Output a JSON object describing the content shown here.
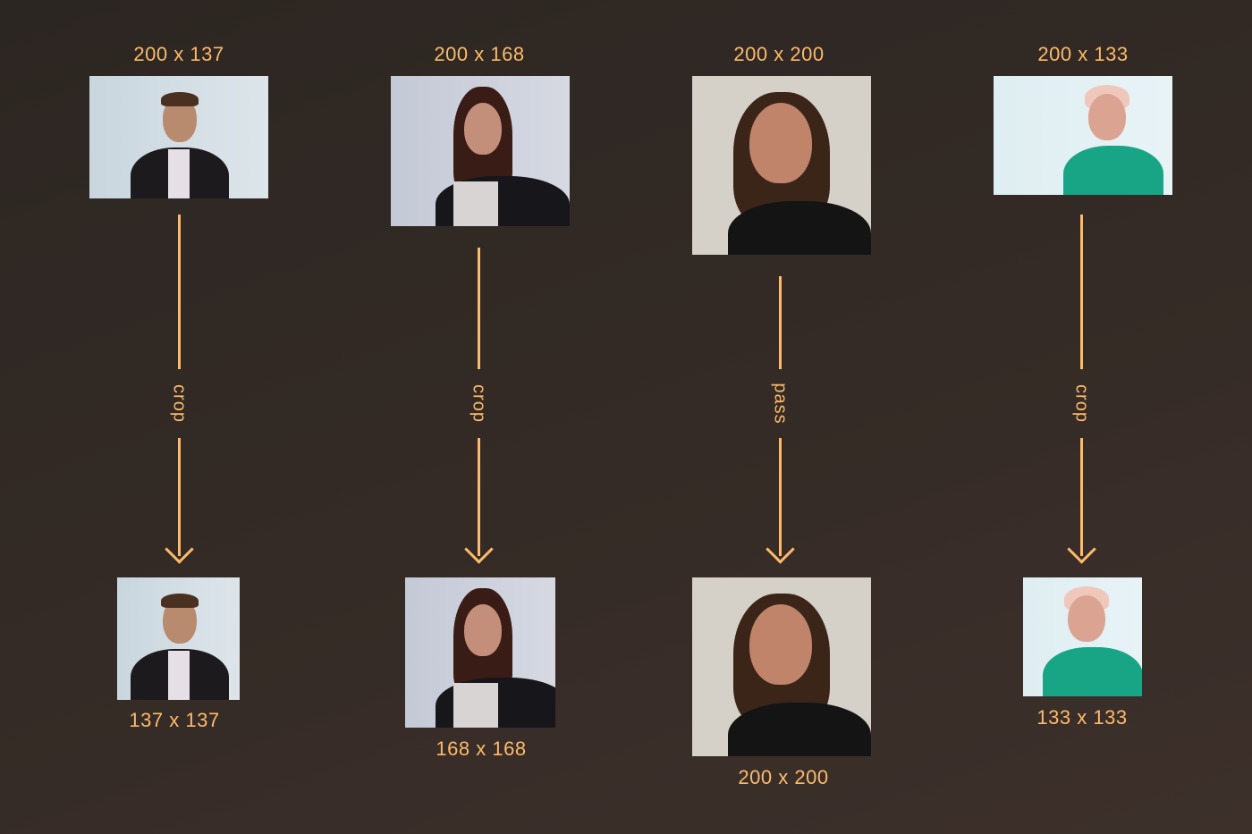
{
  "columns": [
    {
      "top_label": "200 x 137",
      "action": "crop",
      "bottom_label": "137 x 137",
      "person": "man-dark-suit"
    },
    {
      "top_label": "200 x 168",
      "action": "crop",
      "bottom_label": "168 x 168",
      "person": "woman-dark-hair"
    },
    {
      "top_label": "200 x 200",
      "action": "pass",
      "bottom_label": "200 x 200",
      "person": "man-long-hair"
    },
    {
      "top_label": "200 x 133",
      "action": "crop",
      "bottom_label": "133 x 133",
      "person": "woman-green-top"
    }
  ],
  "colors": {
    "accent": "#fdba6a",
    "background": "#332a25"
  }
}
